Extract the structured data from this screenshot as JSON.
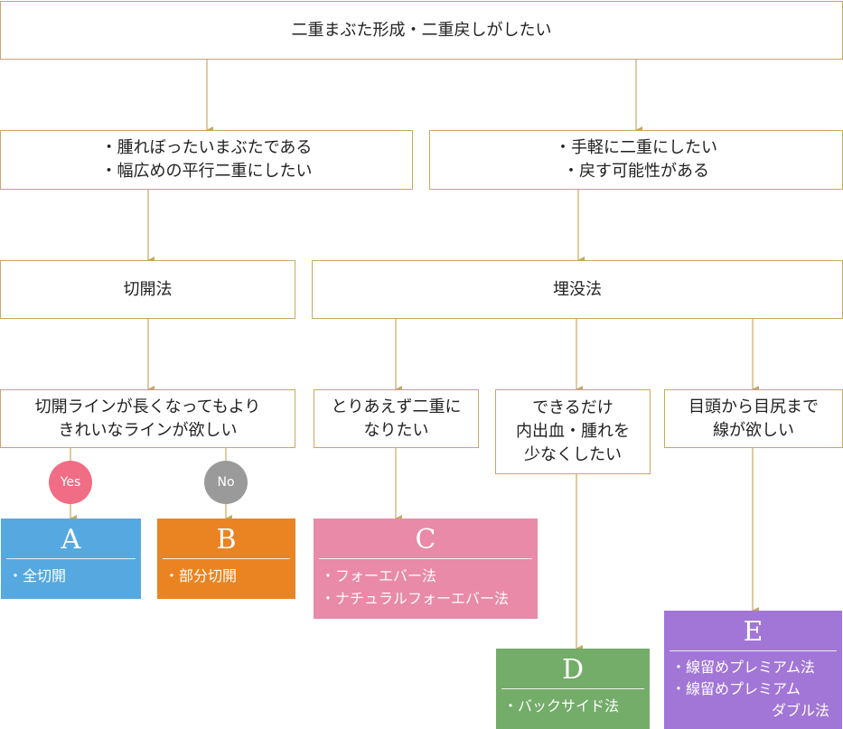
{
  "top": {
    "label": "二重まぶた形成・二重戻しがしたい"
  },
  "left_condition": {
    "lines": [
      "・腫れぼったいまぶたである",
      "・幅広めの平行二重にしたい"
    ]
  },
  "right_condition": {
    "lines": [
      "・手軽に二重にしたい",
      "・戻す可能性がある"
    ]
  },
  "method_left": {
    "label": "切開法"
  },
  "method_right": {
    "label": "埋没法"
  },
  "q_incision": {
    "lines": [
      "切開ラインが長くなってもより",
      "きれいなラインが欲しい"
    ]
  },
  "q_c": {
    "lines": [
      "とりあえず二重に",
      "なりたい"
    ]
  },
  "q_d": {
    "lines": [
      "できるだけ",
      "内出血・腫れを",
      "少なくしたい"
    ]
  },
  "q_e": {
    "lines": [
      "目頭から目尻まで",
      "線が欲しい"
    ]
  },
  "badges": {
    "yes": "Yes",
    "no": "No"
  },
  "results": {
    "A": {
      "letter": "A",
      "items": [
        "・全切開"
      ],
      "color": "#55a9e0"
    },
    "B": {
      "letter": "B",
      "items": [
        "・部分切開"
      ],
      "color": "#ea8422"
    },
    "C": {
      "letter": "C",
      "items": [
        "・フォーエバー法",
        "・ナチュラルフォーエバー法"
      ],
      "color": "#e88aa8"
    },
    "D": {
      "letter": "D",
      "items": [
        "・バックサイド法"
      ],
      "color": "#74ac6a"
    },
    "E": {
      "letter": "E",
      "items": [
        "・線留めプレミアム法",
        "・線留めプレミアム",
        "ダブル法"
      ],
      "color": "#a276d6"
    }
  },
  "colors": {
    "line": "#c8a860",
    "border": "#c8a860",
    "yes": "#f06d85",
    "no": "#9a9a9a"
  }
}
